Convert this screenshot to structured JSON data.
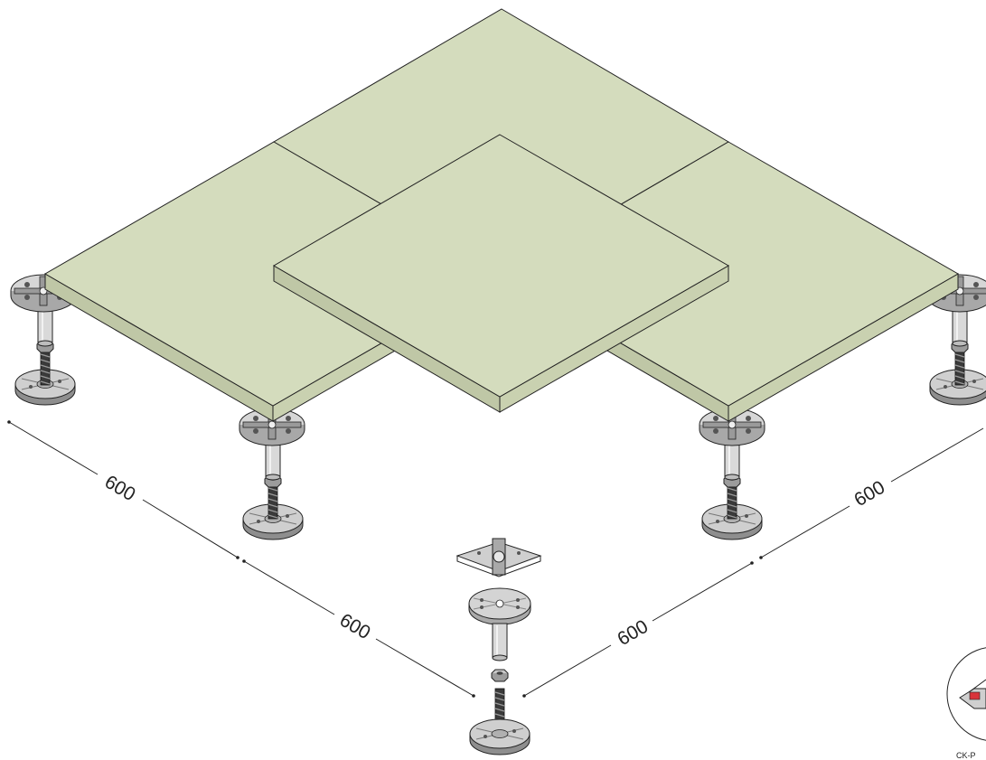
{
  "diagram": {
    "panel_color": "#d4dcbd",
    "panel_side_color": "#bfc7a6",
    "panel_edge_color": "#c9d1b0",
    "outline_color": "#222222",
    "metal_color": "#bfbfbf",
    "metal_dark": "#6f6f6f",
    "accent_red": "#d9343b",
    "dimensions": {
      "left_far": "600",
      "left_near": "600",
      "right_far": "600",
      "right_near": "600"
    },
    "callout_label": "CK-P"
  }
}
